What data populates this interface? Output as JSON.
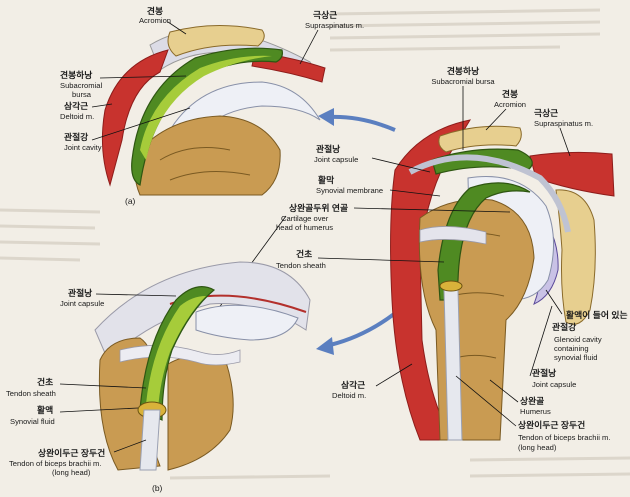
{
  "background": {
    "page": "#f2eee6",
    "text_ghost": "#d9d4ca"
  },
  "colors": {
    "muscle": "#c8332e",
    "bone": "#c99b52",
    "cartilage": "#eef0f6",
    "bursa": "#4f8a22",
    "arrow": "#5b7fc0"
  },
  "panels": {
    "a": "(a)",
    "b": "(b)"
  },
  "labels": {
    "a_acromion": {
      "ko": "견봉",
      "en": "Acromion"
    },
    "a_supraspinatus": {
      "ko": "극상근",
      "en": "Supraspinatus m."
    },
    "a_bursa": {
      "ko": "견봉하낭",
      "en1": "Subacromial",
      "en2": "bursa"
    },
    "a_deltoid": {
      "ko": "삼각근",
      "en": "Deltoid m."
    },
    "a_cavity": {
      "ko": "관절강",
      "en": "Joint cavity"
    },
    "m_bursa": {
      "ko": "견봉하낭",
      "en": "Subacromial bursa"
    },
    "m_acromion": {
      "ko": "견봉",
      "en": "Acromion"
    },
    "m_supraspinatus": {
      "ko": "극상근",
      "en": "Supraspinatus m."
    },
    "m_capsule": {
      "ko": "관절낭",
      "en": "Joint capsule"
    },
    "m_synovial": {
      "ko": "활막",
      "en": "Synovial membrane"
    },
    "m_cartilage": {
      "ko": "상완골두위 연골",
      "en1": "Cartilage over",
      "en2": "head of humerus"
    },
    "m_sheath": {
      "ko": "건초",
      "en": "Tendon sheath"
    },
    "r_glenoid": {
      "ko1": "활액이 들어 있는",
      "ko2": "관절강",
      "en1": "Glenoid cavity",
      "en2": "containing",
      "en3": "synovial fluid"
    },
    "r_capsule": {
      "ko": "관절낭",
      "en": "Joint capsule"
    },
    "r_humerus": {
      "ko": "상완골",
      "en": "Humerus"
    },
    "r_biceps": {
      "ko": "상완이두근 장두건",
      "en1": "Tendon of biceps brachii m.",
      "en2": "(long head)"
    },
    "r_deltoid": {
      "ko": "삼각근",
      "en": "Deltoid m."
    },
    "b_capsule": {
      "ko": "관절낭",
      "en": "Joint capsule"
    },
    "b_sheath": {
      "ko": "건초",
      "en": "Tendon sheath"
    },
    "b_fluid": {
      "ko": "활액",
      "en": "Synovial fluid"
    },
    "b_biceps": {
      "ko": "상완이두근 장두건",
      "en1": "Tendon of biceps brachii m.",
      "en2": "(long head)"
    }
  }
}
